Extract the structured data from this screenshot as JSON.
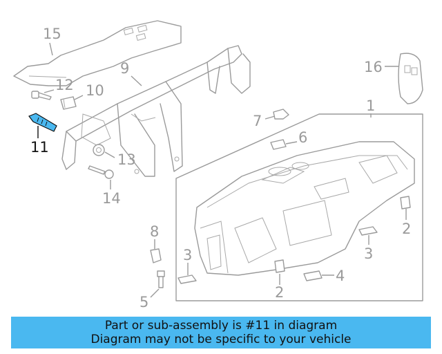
{
  "diagram": {
    "highlighted_part": "11",
    "callouts": [
      {
        "id": "c15",
        "label": "15"
      },
      {
        "id": "c9",
        "label": "9"
      },
      {
        "id": "c12",
        "label": "12"
      },
      {
        "id": "c10",
        "label": "10"
      },
      {
        "id": "c16",
        "label": "16"
      },
      {
        "id": "c1",
        "label": "1"
      },
      {
        "id": "c7",
        "label": "7"
      },
      {
        "id": "c6",
        "label": "6"
      },
      {
        "id": "c11",
        "label": "11"
      },
      {
        "id": "c13",
        "label": "13"
      },
      {
        "id": "c14",
        "label": "14"
      },
      {
        "id": "c8",
        "label": "8"
      },
      {
        "id": "c3a",
        "label": "3"
      },
      {
        "id": "c2a",
        "label": "2"
      },
      {
        "id": "c3b",
        "label": "3"
      },
      {
        "id": "c4",
        "label": "4"
      },
      {
        "id": "c2b",
        "label": "2"
      },
      {
        "id": "c5",
        "label": "5"
      }
    ],
    "colors": {
      "line": "#9a9a9a",
      "highlight": "#111111",
      "highlight_part": "#4ab8f0"
    }
  },
  "banner": {
    "line1": "Part or sub-assembly is #11 in diagram",
    "line2": "Diagram may not be specific to your vehicle",
    "background": "#4ab8f0"
  }
}
